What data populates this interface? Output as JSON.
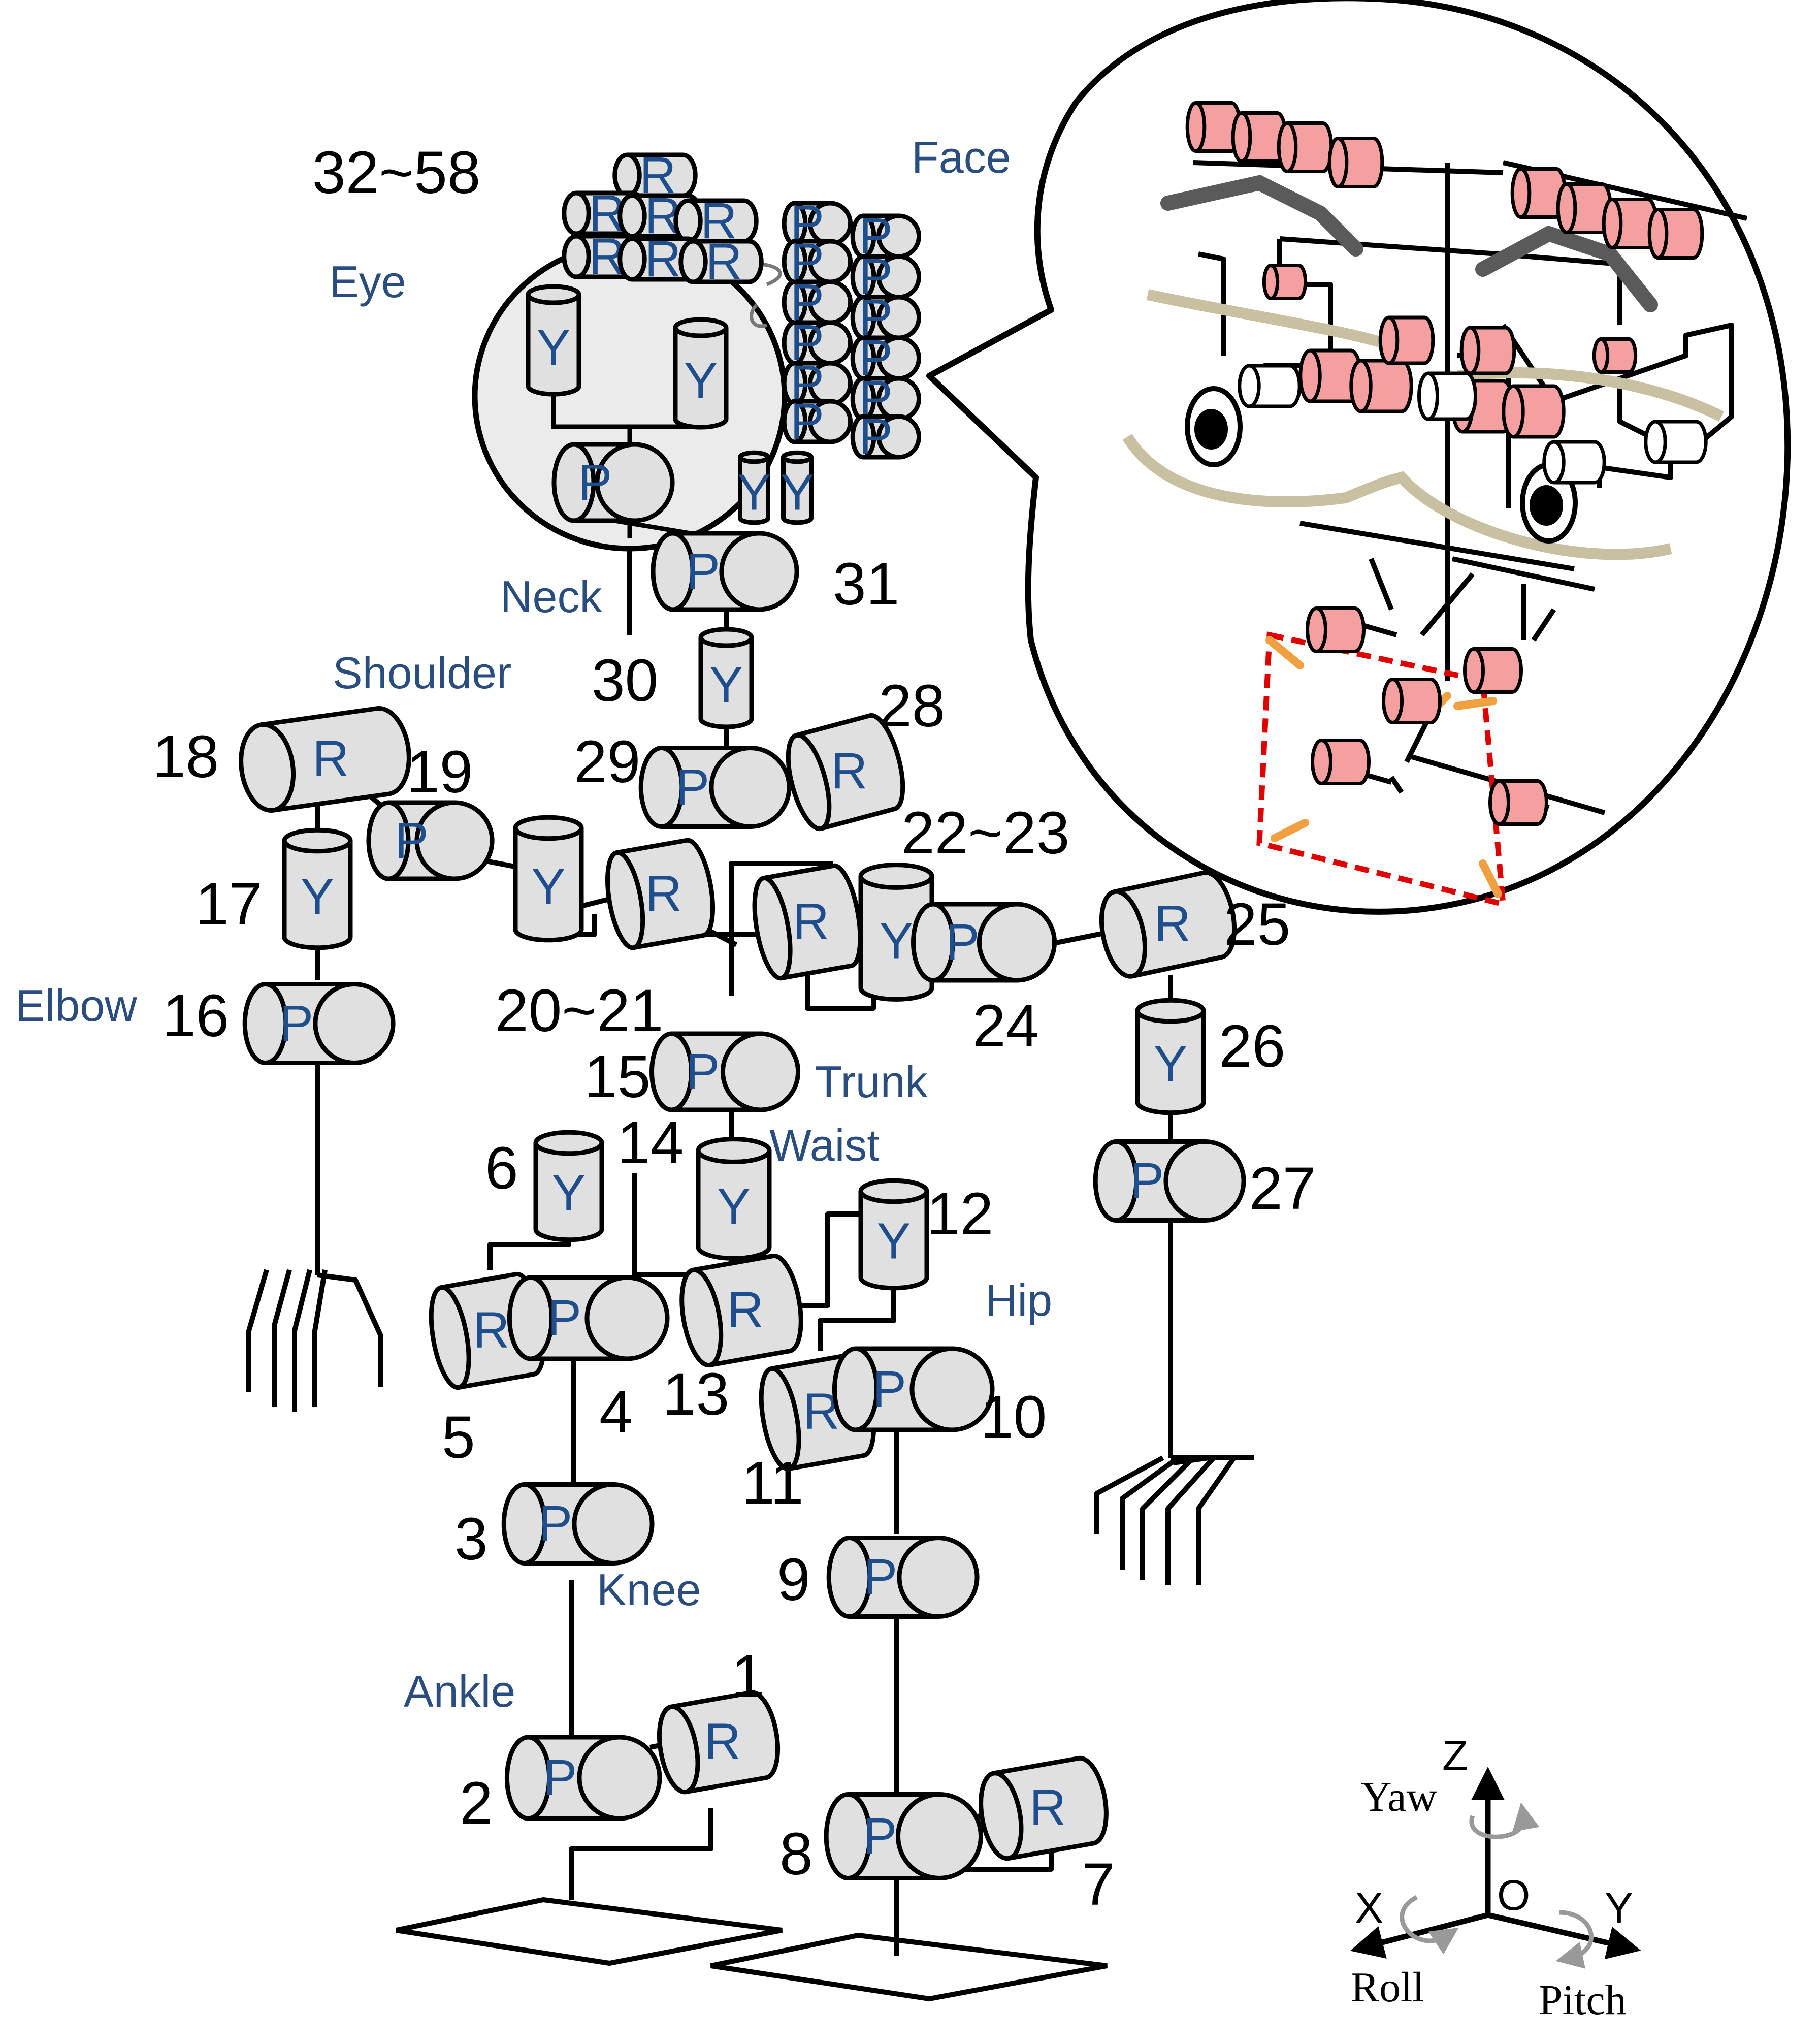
{
  "colors": {
    "link": "#000000",
    "actuator_fill": "#e0e0e0",
    "actuator_stroke": "#000000",
    "joint_letter": "#1f4e8c",
    "part_label": "#2a4d80",
    "face_bg": "#ebebeb",
    "face_actuator": "#f4a0a0",
    "eyebrow": "#5a5a5a",
    "lip": "#c8c0a0",
    "parallel_box": "#e00000",
    "rod": "#f0a040",
    "rotate_arrow": "#999999"
  },
  "joint_letters": {
    "roll": "R",
    "pitch": "P",
    "yaw": "Y"
  },
  "part_labels": {
    "face": "Face",
    "eye": "Eye",
    "neck": "Neck",
    "shoulder": "Shoulder",
    "elbow": "Elbow",
    "trunk": "Trunk",
    "waist": "Waist",
    "hip": "Hip",
    "knee": "Knee",
    "ankle": "Ankle"
  },
  "joint_numbers": {
    "n1": "1",
    "n2": "2",
    "n3": "3",
    "n4": "4",
    "n5": "5",
    "n6": "6",
    "n7": "7",
    "n8": "8",
    "n9": "9",
    "n10": "10",
    "n11": "11",
    "n12": "12",
    "n13": "13",
    "n14": "14",
    "n15": "15",
    "n16": "16",
    "n17": "17",
    "n18": "18",
    "n19": "19",
    "n20_21": "20~21",
    "n22_23": "22~23",
    "n24": "24",
    "n25": "25",
    "n26": "26",
    "n27": "27",
    "n28": "28",
    "n29": "29",
    "n30": "30",
    "n31": "31",
    "n32_58": "32~58"
  },
  "axes": {
    "z": "Z",
    "x": "X",
    "y": "Y",
    "o": "O",
    "yaw": "Yaw",
    "roll": "Roll",
    "pitch": "Pitch"
  }
}
